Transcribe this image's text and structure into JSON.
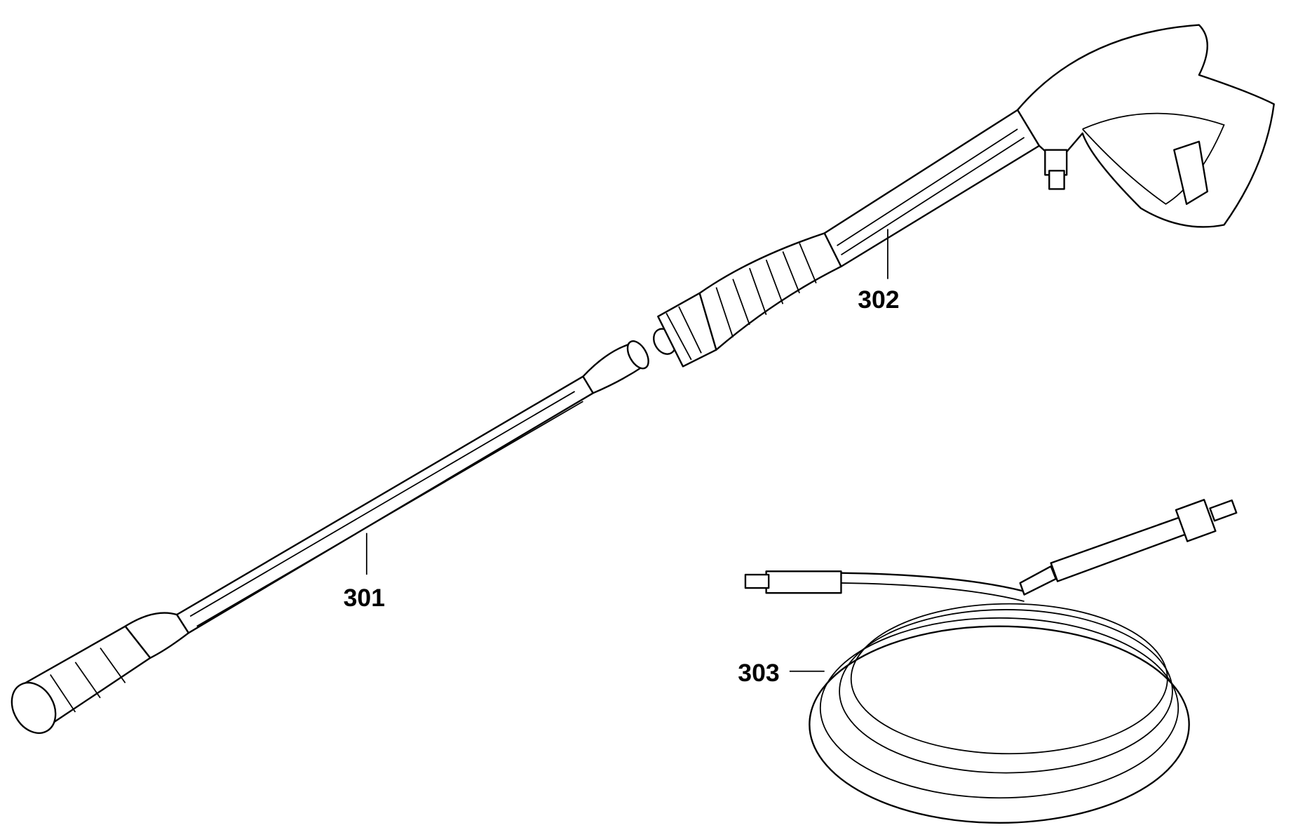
{
  "diagram": {
    "parts": [
      {
        "id": "lance",
        "label": "301"
      },
      {
        "id": "trigger-gun",
        "label": "302"
      },
      {
        "id": "hose",
        "label": "303"
      }
    ]
  }
}
